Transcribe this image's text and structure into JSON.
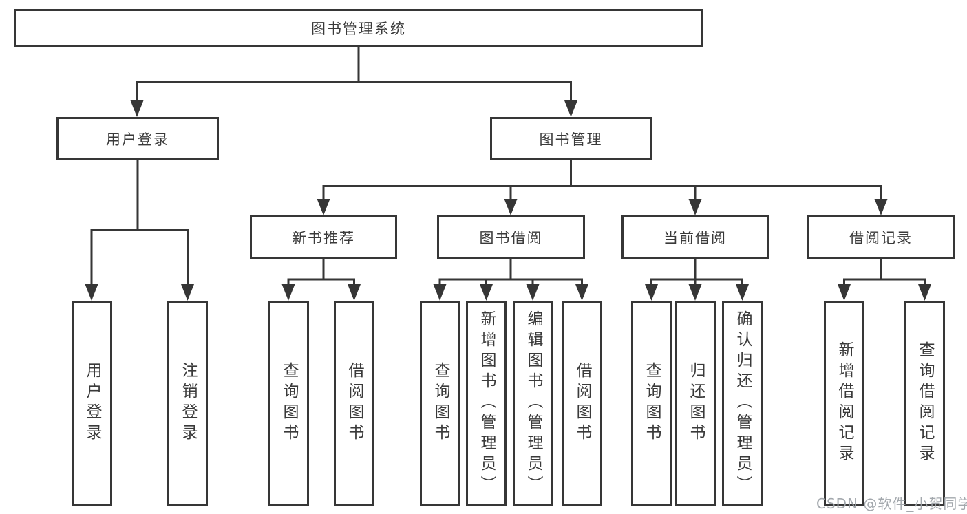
{
  "colors": {
    "line": "#363636",
    "box_border": "#363636",
    "text": "#3a3a3a",
    "watermark": "#9ea3a9",
    "background": "#ffffff"
  },
  "diagram": {
    "root": "图书管理系统",
    "user_login": {
      "label": "用户登录",
      "leaves": [
        "用户登录",
        "注销登录"
      ]
    },
    "book_mgmt": {
      "label": "图书管理",
      "children": [
        {
          "label": "新书推荐",
          "leaves": [
            "查询图书",
            "借阅图书"
          ]
        },
        {
          "label": "图书借阅",
          "leaves": [
            "查询图书",
            "新增图书（管理员）",
            "编辑图书（管理员）",
            "借阅图书"
          ]
        },
        {
          "label": "当前借阅",
          "leaves": [
            "查询图书",
            "归还图书",
            "确认归还（管理员）"
          ]
        },
        {
          "label": "借阅记录",
          "leaves": [
            "新增借阅记录",
            "查询借阅记录"
          ]
        }
      ]
    }
  },
  "watermark": "CSDN @软件_小贺同学"
}
